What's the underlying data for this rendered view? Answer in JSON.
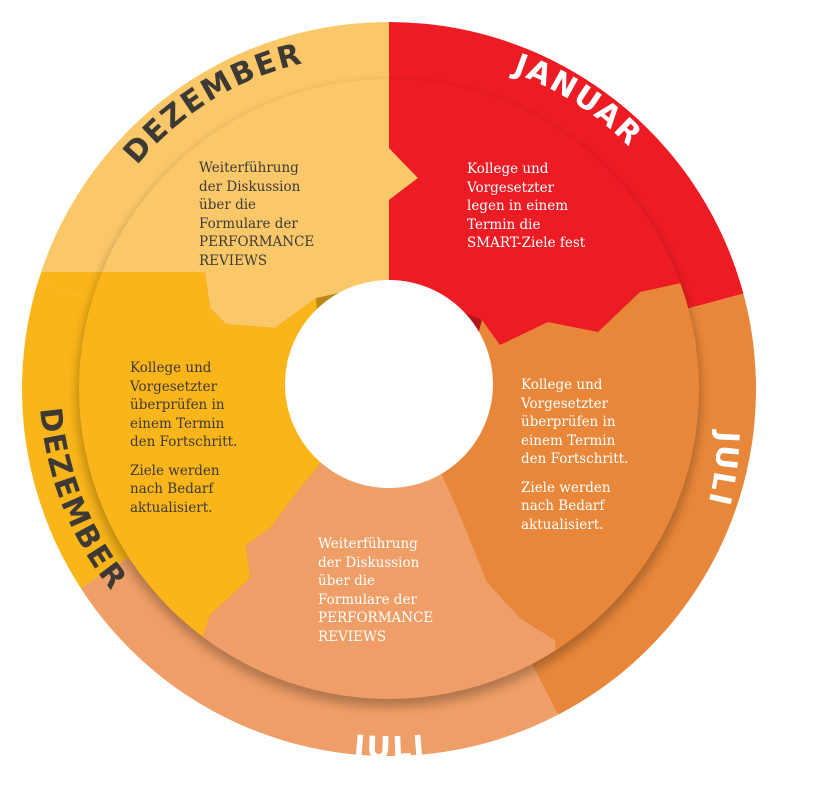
{
  "colors": {
    "red": "#ED1C24",
    "orange": "#E8873A",
    "salmon": "#EE9E66",
    "gold": "#F9B519",
    "light_gold": "#FBC869",
    "label_dark": "#3d3a36",
    "label_light": "#ffffff"
  },
  "ring_labels": {
    "top_left": "DEZEMBER",
    "top_right": "JANUAR",
    "right": "JULI",
    "bottom": "JULI",
    "left": "DEZEMBER"
  },
  "segments": {
    "top_left": {
      "lines": "Weiterführung\nder Diskussion\nüber die\nFormulare der\nPERFORMANCE\nREVIEWS"
    },
    "top_right": {
      "lines": "Kollege und\nVorgesetzter\nlegen in einem\nTermin die\nSMART-Ziele fest"
    },
    "right": {
      "para1": "Kollege und\nVorgesetzter\nüberprüfen in\neinem Termin\nden Fortschritt.",
      "para2": "Ziele werden\nnach Bedarf\naktualisiert."
    },
    "bottom": {
      "lines": "Weiterführung\nder Diskussion\nüber die\nFormulare der\nPERFORMANCE\nREVIEWS"
    },
    "left": {
      "para1": "Kollege und\nVorgesetzter\nüberprüfen in\neinem Termin\nden Fortschritt.",
      "para2": "Ziele werden\nnach Bedarf\naktualisiert."
    }
  }
}
